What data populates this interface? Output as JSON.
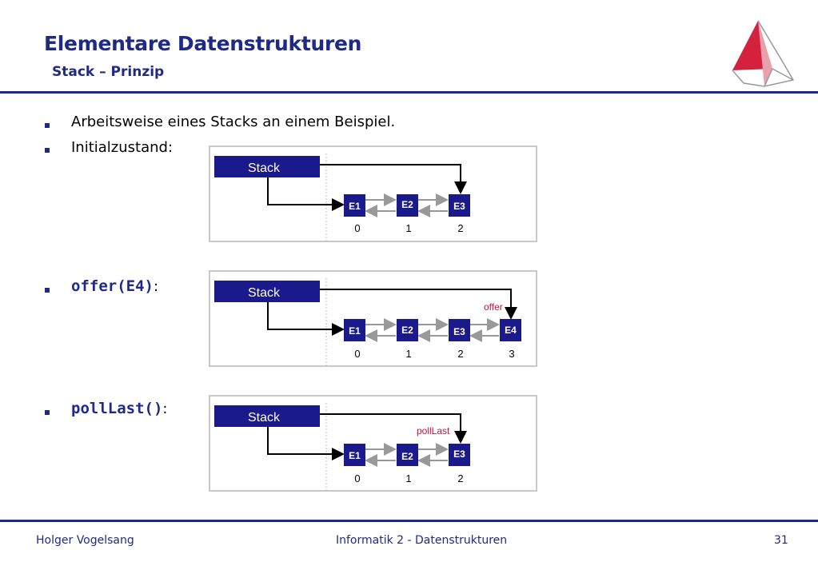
{
  "header": {
    "title": "Elementare Datenstrukturen",
    "subtitle": "Stack – Prinzip"
  },
  "bullets": [
    {
      "text": "Arbeitsweise eines Stacks an einem Beispiel.",
      "code": "",
      "suffix": ""
    },
    {
      "text": "Initialzustand:",
      "code": "",
      "suffix": ""
    },
    {
      "text": "",
      "code": "offer(E4)",
      "suffix": ":"
    },
    {
      "text": "",
      "code": "pollLast()",
      "suffix": ":"
    }
  ],
  "diagrams": [
    {
      "stack_label": "Stack",
      "nodes": [
        "E1",
        "E2",
        "E3"
      ],
      "indices": [
        "0",
        "1",
        "2"
      ],
      "annotation": ""
    },
    {
      "stack_label": "Stack",
      "nodes": [
        "E1",
        "E2",
        "E3",
        "E4"
      ],
      "indices": [
        "0",
        "1",
        "2",
        "3"
      ],
      "annotation": "offer"
    },
    {
      "stack_label": "Stack",
      "nodes": [
        "E1",
        "E2",
        "E3"
      ],
      "indices": [
        "0",
        "1",
        "2"
      ],
      "annotation": "pollLast"
    }
  ],
  "footer": {
    "author": "Holger Vogelsang",
    "course": "Informatik 2 - Datenstrukturen",
    "page": "31"
  },
  "colors": {
    "accent": "#1f2a87",
    "node_fill": "#1a1a8c",
    "annotation": "#c0143c",
    "logo_red": "#d4213d"
  }
}
